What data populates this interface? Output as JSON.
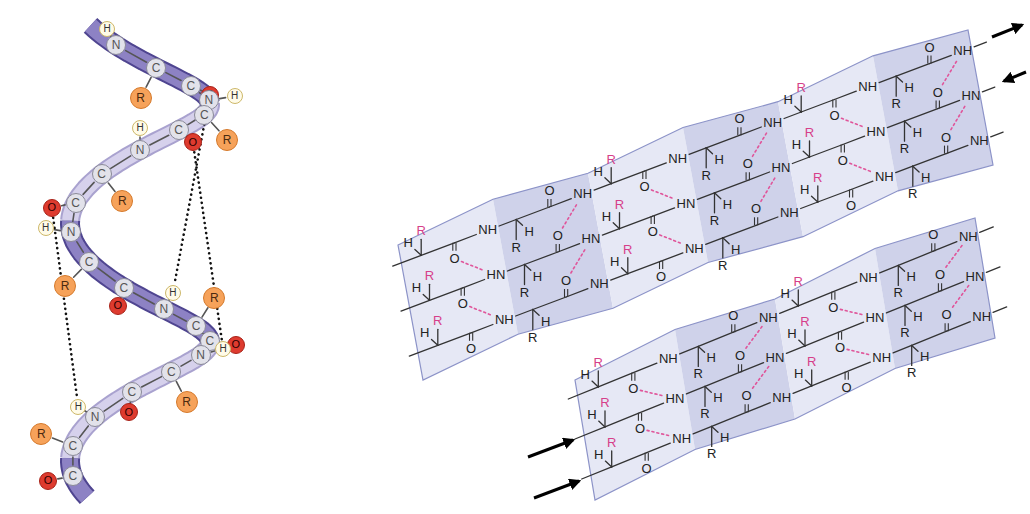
{
  "diagram": {
    "nodes": [
      {
        "text": [
          "N"
        ]
      },
      {
        "text": [
          "H"
        ]
      },
      {
        "text": [
          "C"
        ]
      },
      {
        "text": [
          "R"
        ]
      },
      {
        "text": [
          "C"
        ]
      },
      {
        "text": [
          "O"
        ]
      },
      {
        "text": [
          "N"
        ]
      },
      {
        "text": [
          "H"
        ]
      },
      {
        "text": [
          "C"
        ]
      },
      {
        "text": [
          "R"
        ]
      },
      {
        "text": [
          "C"
        ]
      },
      {
        "text": [
          "O"
        ]
      },
      {
        "text": [
          "N"
        ]
      },
      {
        "text": [
          "H"
        ]
      },
      {
        "text": [
          "C"
        ]
      },
      {
        "text": [
          "R"
        ]
      },
      {
        "text": [
          "C"
        ]
      },
      {
        "text": [
          "O"
        ]
      },
      {
        "text": [
          "N"
        ]
      },
      {
        "text": [
          "H"
        ]
      },
      {
        "text": [
          "C"
        ]
      },
      {
        "text": [
          "R"
        ]
      },
      {
        "text": [
          "C"
        ]
      },
      {
        "text": [
          "O"
        ]
      },
      {
        "text": [
          "N"
        ]
      },
      {
        "text": [
          "H"
        ]
      },
      {
        "text": [
          "C"
        ]
      },
      {
        "text": [
          "R"
        ]
      },
      {
        "text": [
          "C"
        ]
      },
      {
        "text": [
          "O"
        ]
      },
      {
        "text": [
          "N"
        ]
      },
      {
        "text": [
          "H"
        ]
      },
      {
        "text": [
          "C"
        ]
      },
      {
        "text": [
          "R"
        ]
      },
      {
        "text": [
          "C"
        ]
      },
      {
        "text": [
          "O"
        ]
      },
      {
        "text": [
          "N"
        ]
      },
      {
        "text": [
          "H"
        ]
      },
      {
        "text": [
          "C"
        ]
      },
      {
        "text": [
          "R"
        ]
      },
      {
        "text": [
          "C"
        ]
      },
      {
        "text": [
          "O"
        ]
      }
    ],
    "edges": [
      {
        "from": 0,
        "to": 1,
        "arrow": "none"
      },
      {
        "from": 0,
        "to": 2,
        "arrow": "none"
      },
      {
        "from": 2,
        "to": 3,
        "arrow": "none"
      },
      {
        "from": 2,
        "to": 4,
        "arrow": "none"
      },
      {
        "from": 4,
        "to": 5,
        "arrow": "none"
      },
      {
        "from": 4,
        "to": 6,
        "arrow": "none"
      },
      {
        "from": 6,
        "to": 7,
        "arrow": "none"
      },
      {
        "from": 6,
        "to": 8,
        "arrow": "none"
      },
      {
        "from": 8,
        "to": 9,
        "arrow": "none"
      },
      {
        "from": 8,
        "to": 10,
        "arrow": "none"
      },
      {
        "from": 10,
        "to": 11,
        "arrow": "none"
      },
      {
        "from": 10,
        "to": 12,
        "arrow": "none"
      },
      {
        "from": 12,
        "to": 13,
        "arrow": "none"
      },
      {
        "from": 12,
        "to": 14,
        "arrow": "none"
      },
      {
        "from": 14,
        "to": 15,
        "arrow": "none"
      },
      {
        "from": 14,
        "to": 16,
        "arrow": "none"
      },
      {
        "from": 16,
        "to": 17,
        "arrow": "none"
      },
      {
        "from": 16,
        "to": 18,
        "arrow": "none"
      },
      {
        "from": 18,
        "to": 19,
        "arrow": "none"
      },
      {
        "from": 18,
        "to": 20,
        "arrow": "none"
      },
      {
        "from": 20,
        "to": 21,
        "arrow": "none"
      },
      {
        "from": 20,
        "to": 22,
        "arrow": "none"
      },
      {
        "from": 22,
        "to": 23,
        "arrow": "none"
      },
      {
        "from": 22,
        "to": 24,
        "arrow": "none"
      },
      {
        "from": 24,
        "to": 25,
        "arrow": "none"
      },
      {
        "from": 24,
        "to": 26,
        "arrow": "none"
      },
      {
        "from": 26,
        "to": 27,
        "arrow": "none"
      },
      {
        "from": 26,
        "to": 28,
        "arrow": "none"
      },
      {
        "from": 28,
        "to": 29,
        "arrow": "none"
      },
      {
        "from": 28,
        "to": 30,
        "arrow": "none"
      },
      {
        "from": 30,
        "to": 31,
        "arrow": "none"
      },
      {
        "from": 30,
        "to": 32,
        "arrow": "none"
      },
      {
        "from": 32,
        "to": 33,
        "arrow": "none"
      },
      {
        "from": 32,
        "to": 34,
        "arrow": "none"
      },
      {
        "from": 34,
        "to": 35,
        "arrow": "none"
      },
      {
        "from": 34,
        "to": 36,
        "arrow": "none"
      },
      {
        "from": 36,
        "to": 37,
        "arrow": "none"
      },
      {
        "from": 36,
        "to": 38,
        "arrow": "none"
      },
      {
        "from": 38,
        "to": 39,
        "arrow": "none"
      },
      {
        "from": 38,
        "to": 40,
        "arrow": "none"
      },
      {
        "from": 40,
        "to": 41,
        "arrow": "none"
      },
      {
        "from": 5,
        "to": 25,
        "arrow": "none"
      },
      {
        "from": 11,
        "to": 31,
        "arrow": "none"
      },
      {
        "from": 17,
        "to": 37,
        "arrow": "none"
      }
    ],
    "labels": [
      "R",
      "H",
      "O",
      "NH",
      "R",
      "H",
      "O",
      "NH",
      "R",
      "H",
      "O",
      "NH",
      "R",
      "H",
      "O",
      "NH",
      "R",
      "H",
      "O",
      "NH",
      "R",
      "H",
      "O",
      "NH",
      "R",
      "H",
      "O",
      "HN",
      "R",
      "H",
      "O",
      "HN",
      "R",
      "H",
      "O",
      "HN",
      "R",
      "H",
      "O",
      "HN",
      "R",
      "H",
      "O",
      "HN",
      "R",
      "H",
      "O",
      "HN",
      "R",
      "H",
      "O",
      "NH",
      "R",
      "H",
      "O",
      "NH",
      "R",
      "H",
      "O",
      "NH",
      "R",
      "H",
      "O",
      "NH",
      "R",
      "H",
      "O",
      "NH",
      "R",
      "H",
      "O",
      "NH",
      "R",
      "H",
      "O",
      "NH",
      "R",
      "H",
      "O",
      "NH",
      "R",
      "H",
      "O",
      "NH",
      "R",
      "H",
      "O",
      "NH",
      "R",
      "H",
      "O",
      "HN",
      "R",
      "H",
      "O",
      "HN",
      "R",
      "H",
      "O",
      "HN",
      "R",
      "H",
      "O",
      "HN",
      "R",
      "H",
      "O",
      "NH",
      "R",
      "H",
      "O",
      "NH",
      "R",
      "H",
      "O",
      "NH",
      "R",
      "H",
      "O",
      "NH"
    ]
  }
}
